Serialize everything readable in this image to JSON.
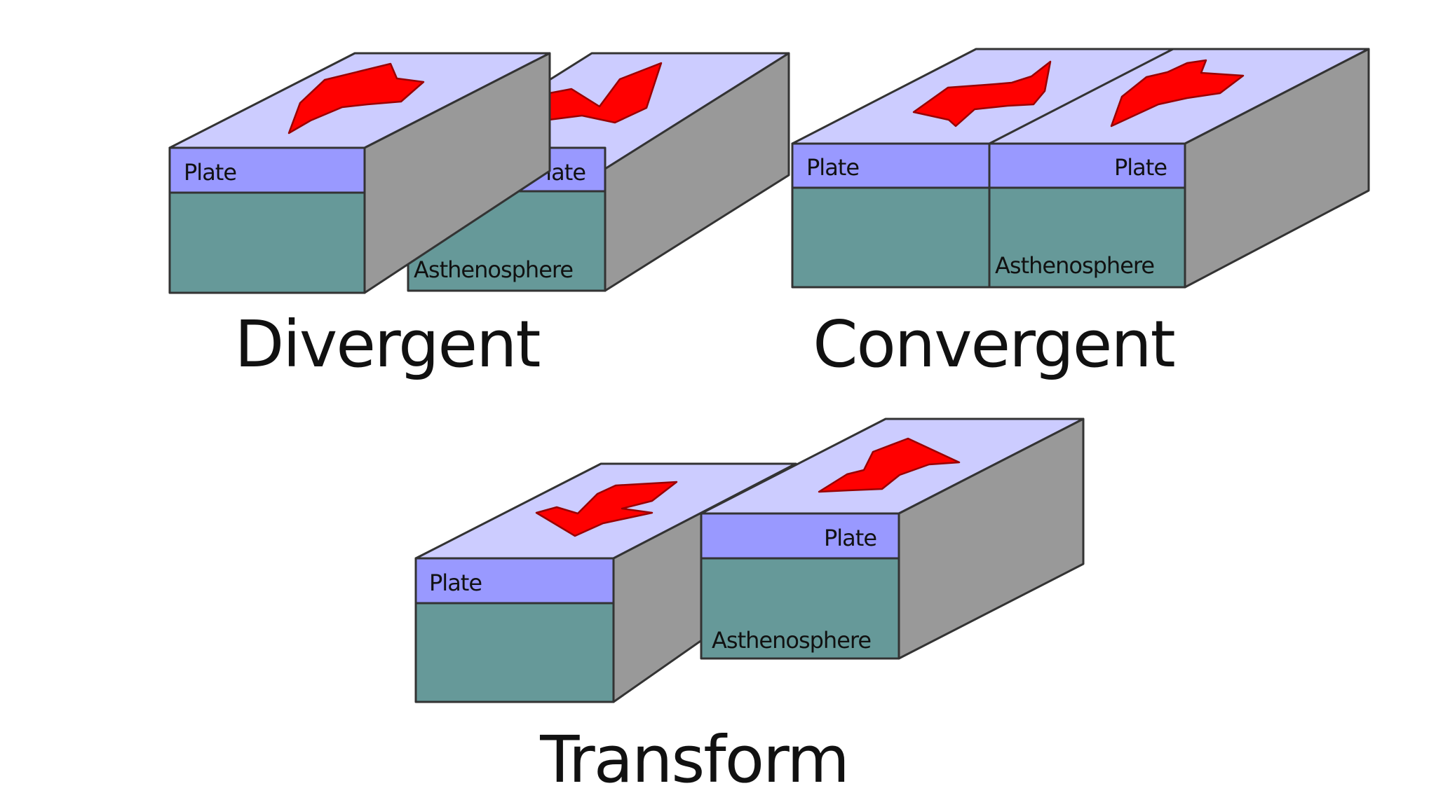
{
  "colors": {
    "plate_front": "#9999ff",
    "plate_top": "#ccccff",
    "asthenosphere_front": "#669999",
    "block_side": "#999999",
    "arrow": "#ff0000",
    "outline": "#333333"
  },
  "divergent": {
    "title": "Divergent",
    "left_block": {
      "plate_label": "Plate",
      "arrow_direction": "left"
    },
    "right_block": {
      "plate_label": "Plate",
      "asthenosphere_label": "Asthenosphere",
      "arrow_direction": "right"
    }
  },
  "convergent": {
    "title": "Convergent",
    "left_block": {
      "plate_label": "Plate",
      "arrow_direction": "right"
    },
    "right_block": {
      "plate_label": "Plate",
      "asthenosphere_label": "Asthenosphere",
      "arrow_direction": "left"
    }
  },
  "transform": {
    "title": "Transform",
    "left_block": {
      "plate_label": "Plate",
      "arrow_direction": "toward-viewer"
    },
    "right_block": {
      "plate_label": "Plate",
      "asthenosphere_label": "Asthenosphere",
      "arrow_direction": "away-from-viewer"
    }
  }
}
